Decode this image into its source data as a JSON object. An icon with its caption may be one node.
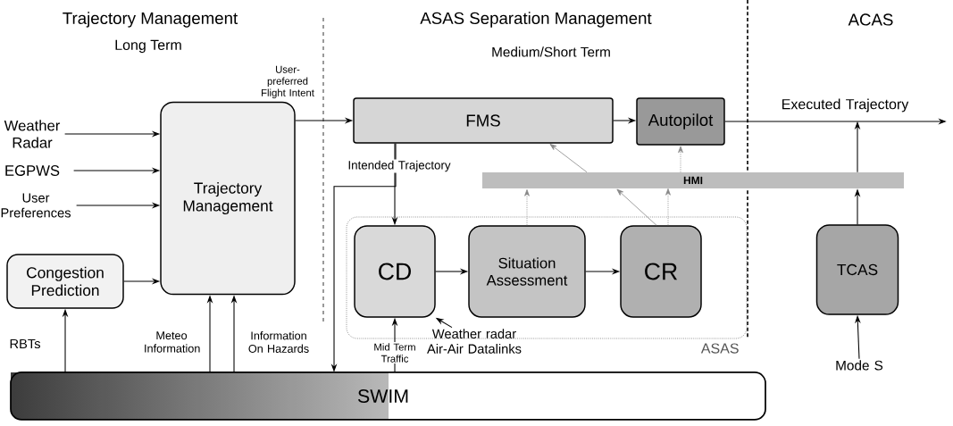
{
  "diagram": {
    "nodes": [
      {
        "text": [
          "Trajectory Management"
        ]
      },
      {
        "text": [
          "Congestion Prediction"
        ]
      },
      {
        "text": [
          "FMS"
        ]
      },
      {
        "text": [
          "Autopilot"
        ]
      },
      {
        "text": [
          "HMI"
        ]
      },
      {
        "text": [
          "ASAS"
        ]
      },
      {
        "text": [
          "CD"
        ],
        "in": 5
      },
      {
        "text": [
          "Situation Assessment"
        ],
        "in": 5
      },
      {
        "text": [
          "CR"
        ],
        "in": 5
      },
      {
        "text": [
          "TCAS"
        ]
      },
      {
        "text": [
          "SWIM"
        ]
      },
      {
        "text": [
          "Weather Radar"
        ]
      },
      {
        "text": [
          "EGPWS"
        ]
      },
      {
        "text": [
          "User Preferences"
        ]
      },
      {
        "text": [
          "Weather radar Air-Air Datalinks"
        ]
      },
      {
        "text": [
          "Mode S"
        ]
      }
    ],
    "edges": [
      {
        "from": 11,
        "to": 0,
        "arrow": "to"
      },
      {
        "from": 12,
        "to": 0,
        "arrow": "to"
      },
      {
        "from": 13,
        "to": 0,
        "arrow": "to"
      },
      {
        "from": 1,
        "to": 0,
        "arrow": "to"
      },
      {
        "from": 0,
        "to": 2,
        "arrow": "to",
        "label": "User-preferred Flight Intent"
      },
      {
        "from": 2,
        "to": 3,
        "arrow": "to"
      },
      {
        "from": 3,
        "to": null,
        "arrow": "to",
        "label": "Executed Trajectory"
      },
      {
        "from": 2,
        "to": 6,
        "arrow": "to",
        "label": "Intended Trajectory"
      },
      {
        "from": 2,
        "to": 10,
        "arrow": "to"
      },
      {
        "from": 6,
        "to": 7,
        "arrow": "to"
      },
      {
        "from": 7,
        "to": 8,
        "arrow": "to"
      },
      {
        "from": 14,
        "to": 6,
        "arrow": "to"
      },
      {
        "from": 10,
        "to": 6,
        "arrow": "to",
        "label": "Mid Term Traffic"
      },
      {
        "from": 10,
        "to": 1,
        "arrow": "to",
        "label": "RBTs"
      },
      {
        "from": 10,
        "to": 0,
        "arrow": "to",
        "label": "Meteo Information"
      },
      {
        "from": 10,
        "to": 0,
        "arrow": "to",
        "label": "Information On Hazards"
      },
      {
        "from": 7,
        "to": 4,
        "arrow": "to",
        "style": "dashed",
        "color": "#888888"
      },
      {
        "from": 8,
        "to": 4,
        "arrow": "to",
        "style": "dashed",
        "color": "#888888"
      },
      {
        "from": 8,
        "to": 4,
        "arrow": "to",
        "color": "#888888"
      },
      {
        "from": 4,
        "to": 2,
        "arrow": "to",
        "color": "#888888"
      },
      {
        "from": 4,
        "to": 3,
        "arrow": "to",
        "style": "dashed",
        "color": "#888888"
      },
      {
        "from": 9,
        "to": 4,
        "arrow": "to"
      },
      {
        "from": 4,
        "to": null,
        "arrow": "to"
      },
      {
        "from": 15,
        "to": 9,
        "arrow": "to"
      }
    ],
    "labels": [
      "Trajectory Management",
      "Long Term",
      "ASAS Separation Management",
      "Medium/Short Term",
      "ACAS"
    ]
  }
}
